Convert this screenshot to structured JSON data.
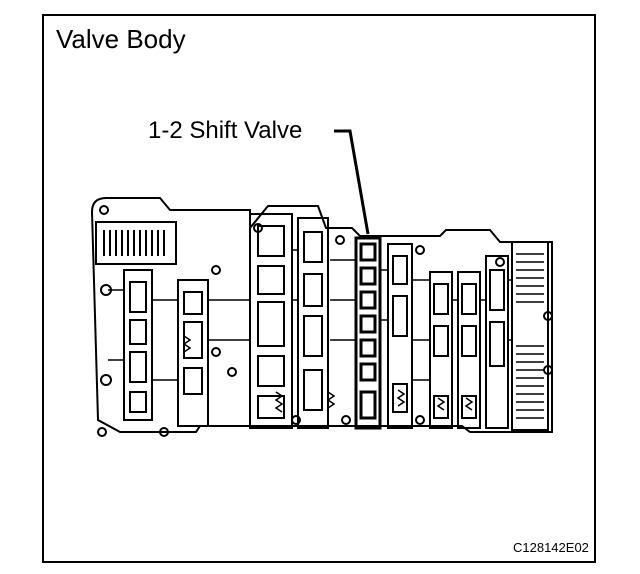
{
  "title": "Valve Body",
  "callout": "1-2 Shift Valve",
  "figure_code": "C128142E02"
}
